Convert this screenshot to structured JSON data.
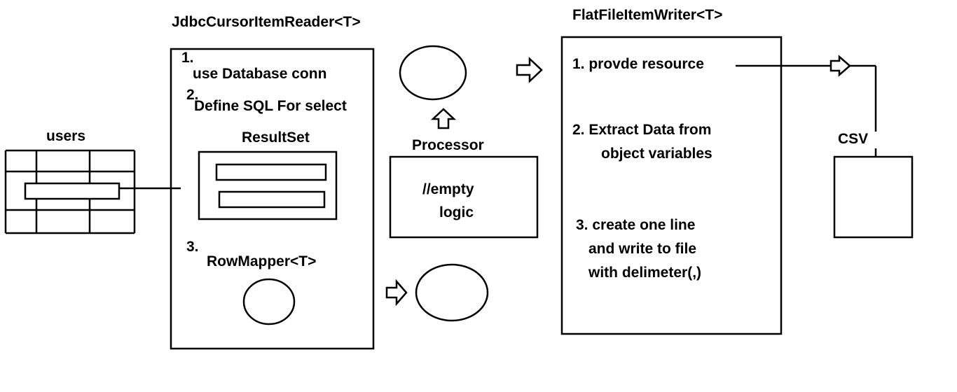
{
  "reader": {
    "title": "JdbcCursorItemReader<T>",
    "step1_number": "1.",
    "step1_text": "use Database conn",
    "step2_number": "2.",
    "step2_text": "Define SQL For select",
    "resultset_label": "ResultSet",
    "step3_number": "3.",
    "step3_text": "RowMapper<T>"
  },
  "table": {
    "label": "users"
  },
  "processor": {
    "label": "Processor",
    "line1": "//empty",
    "line2": "logic"
  },
  "writer": {
    "title": "FlatFileItemWriter<T>",
    "step1": "1. provde resource",
    "step2_line1": "2. Extract Data from",
    "step2_line2": "object variables",
    "step3_line1": "3. create one line",
    "step3_line2": "and write to file",
    "step3_line3": "with delimeter(,)"
  },
  "output": {
    "label": "CSV"
  },
  "style": {
    "stroke": "#000000",
    "background": "#ffffff"
  }
}
